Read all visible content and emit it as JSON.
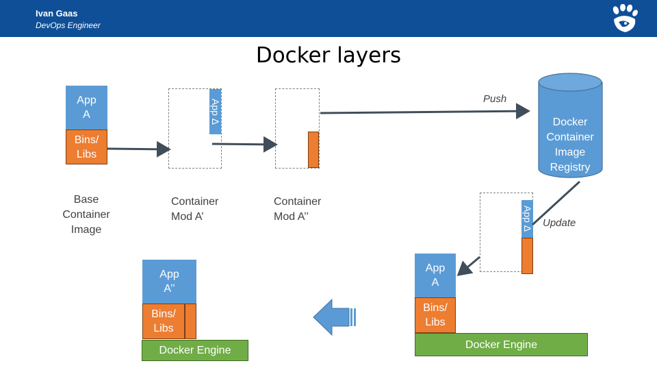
{
  "header": {
    "author_name": "Ivan Gaas",
    "author_role": "DevOps Engineer",
    "logo_icon": "paw-logo-icon"
  },
  "title": "Docker layers",
  "base_image": {
    "app_label": "App\nA",
    "bins_label": "Bins/\nLibs",
    "caption": "Base\nContainer\nImage"
  },
  "mod_a1": {
    "app_delta_label": "App Δ",
    "caption": "Container\nMod A’"
  },
  "mod_a2": {
    "caption": "Container\nMod A’’"
  },
  "registry": {
    "label": "Docker\nContainer\nImage\nRegistry"
  },
  "edges": {
    "push_label": "Push",
    "update_label": "Update"
  },
  "right_stack": {
    "app_delta_label": "App Δ",
    "app_label": "App\nA",
    "bins_label": "Bins/\nLibs",
    "engine_label": "Docker Engine"
  },
  "left_stack": {
    "app_label": "App\nA’’",
    "bins_label": "Bins/\nLibs",
    "engine_label": "Docker Engine"
  },
  "colors": {
    "header": "#0f4f97",
    "app": "#5b9bd5",
    "bins": "#ed7d31",
    "engine": "#70ad47",
    "arrow": "#404e5a"
  }
}
